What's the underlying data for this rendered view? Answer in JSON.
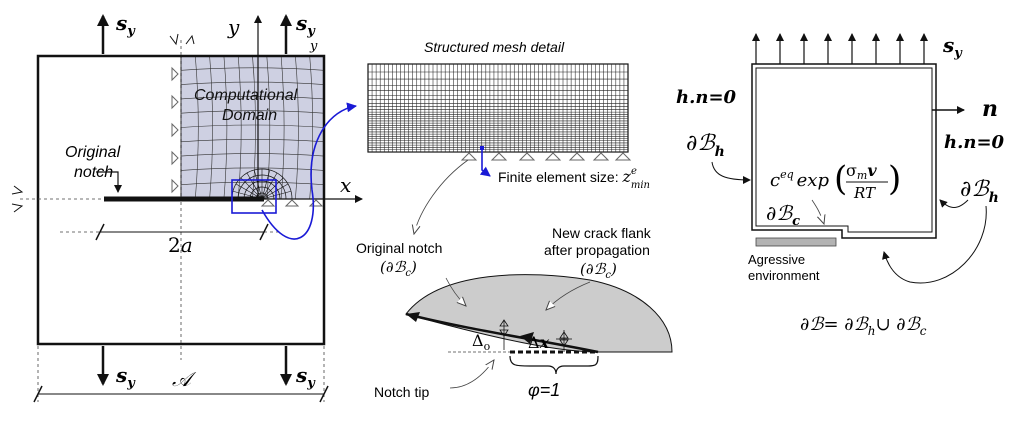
{
  "panel_left": {
    "sy_top_left": "s",
    "sy_top_left_sub": "y",
    "sy_top_right": "s",
    "sy_top_right_sub": "y",
    "sy_top_right_sub2": "y",
    "sy_bottom_left": "s",
    "sy_bottom_left_sub": "y",
    "sy_bottom_right": "s",
    "sy_bottom_right_sub": "y",
    "y_axis_label": "y",
    "x_axis_label": "x",
    "domain_line1": "Computational",
    "domain_line2": "Domain",
    "original_notch_line1": "Original",
    "original_notch_line2": "notch",
    "two_a": "2",
    "two_a_var": "a",
    "width_label": "𝒜"
  },
  "panel_middle": {
    "title": "Structured mesh detail",
    "fe_size_label": "Finite element size: ",
    "fe_size_var": "z",
    "fe_size_sup": "e",
    "fe_size_sub": "min",
    "original_notch_label": "Original notch",
    "original_notch_bc_open": "(",
    "original_notch_bc": "∂ℬ",
    "original_notch_bc_sub": "c",
    "original_notch_bc_close": ")",
    "new_crack_line1": "New crack flank",
    "new_crack_line2": "after propagation",
    "new_crack_bc_open": "(",
    "new_crack_bc": "∂ℬ",
    "new_crack_bc_sub": "c",
    "new_crack_bc_close": ")",
    "delta_o": "Δ",
    "delta_o_sub": "o",
    "delta_x": "Δ",
    "delta_x_var": "x",
    "notch_tip": "Notch tip",
    "phi_label": "φ=1"
  },
  "panel_right": {
    "sy": "s",
    "sy_sub": "y",
    "hn_left": "h.n=0",
    "hn_right": "h.n=0",
    "n_label": "n",
    "bh_left": "∂ℬ",
    "bh_left_sub": "h",
    "bh_right": "∂ℬ",
    "bh_right_sub": "h",
    "bc_label": "∂ℬ",
    "bc_sub": "c",
    "formula_c": "c",
    "formula_eq": "eq",
    "formula_exp": "exp",
    "formula_num": "σ",
    "formula_num_sub": "m",
    "formula_num_v": "v",
    "formula_den": "RT",
    "env_line1": "Agressive",
    "env_line2": "environment",
    "union_eq": "∂ℬ= ∂ℬ",
    "union_h": "h",
    "union_cup": "∪ ∂ℬ",
    "union_c": "c"
  },
  "colors": {
    "ink": "#111111",
    "mesh_fill": "#ced0e2",
    "zoom_blue": "#1a1ad6",
    "crack_fill": "#cccccc",
    "env_fill": "#b3b3b3"
  }
}
